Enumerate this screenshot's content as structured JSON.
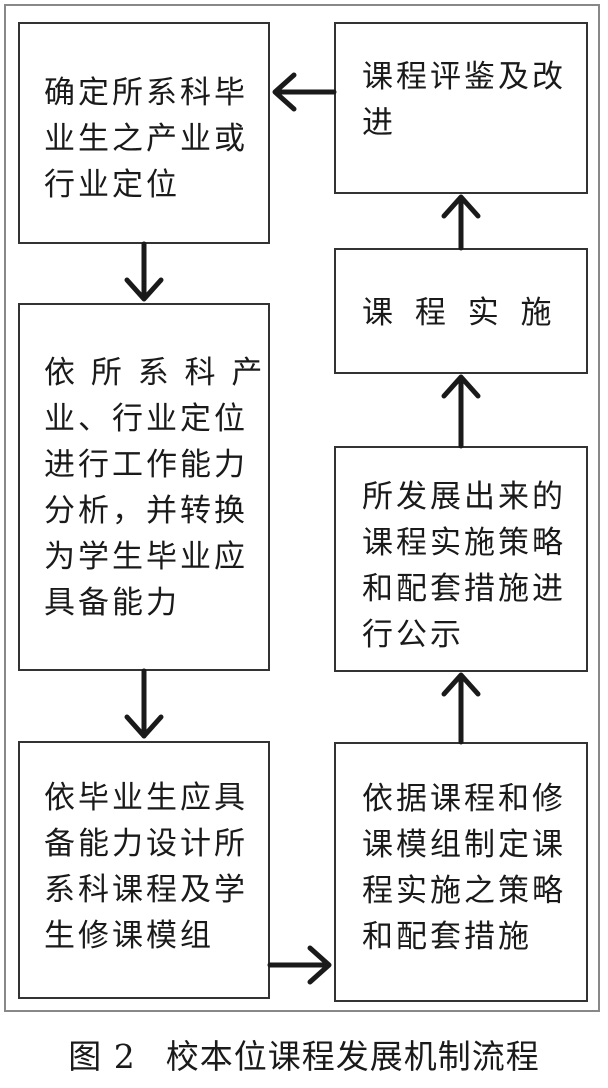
{
  "diagram": {
    "boxes": {
      "define_position": "确定所系科毕\n业生之产业或\n行业定位",
      "analyze_ability": "依 所 系 科 产\n业、行业定位\n进行工作能力\n分析，并转换\n为学生毕业应\n具备能力",
      "design_course": "依毕业生应具\n备能力设计所\n系科课程及学\n生修课模组",
      "formulate_strategy": "依据课程和修\n课模组制定课\n程实施之策略\n和配套措施",
      "publish_strategy": "所发展出来的\n课程实施策略\n和配套措施进\n行公示",
      "implement": "课 程 实 施",
      "evaluate": "课程评鉴及改\n进"
    }
  },
  "caption": {
    "figure_number": "图 2",
    "title": "校本位课程发展机制流程"
  }
}
